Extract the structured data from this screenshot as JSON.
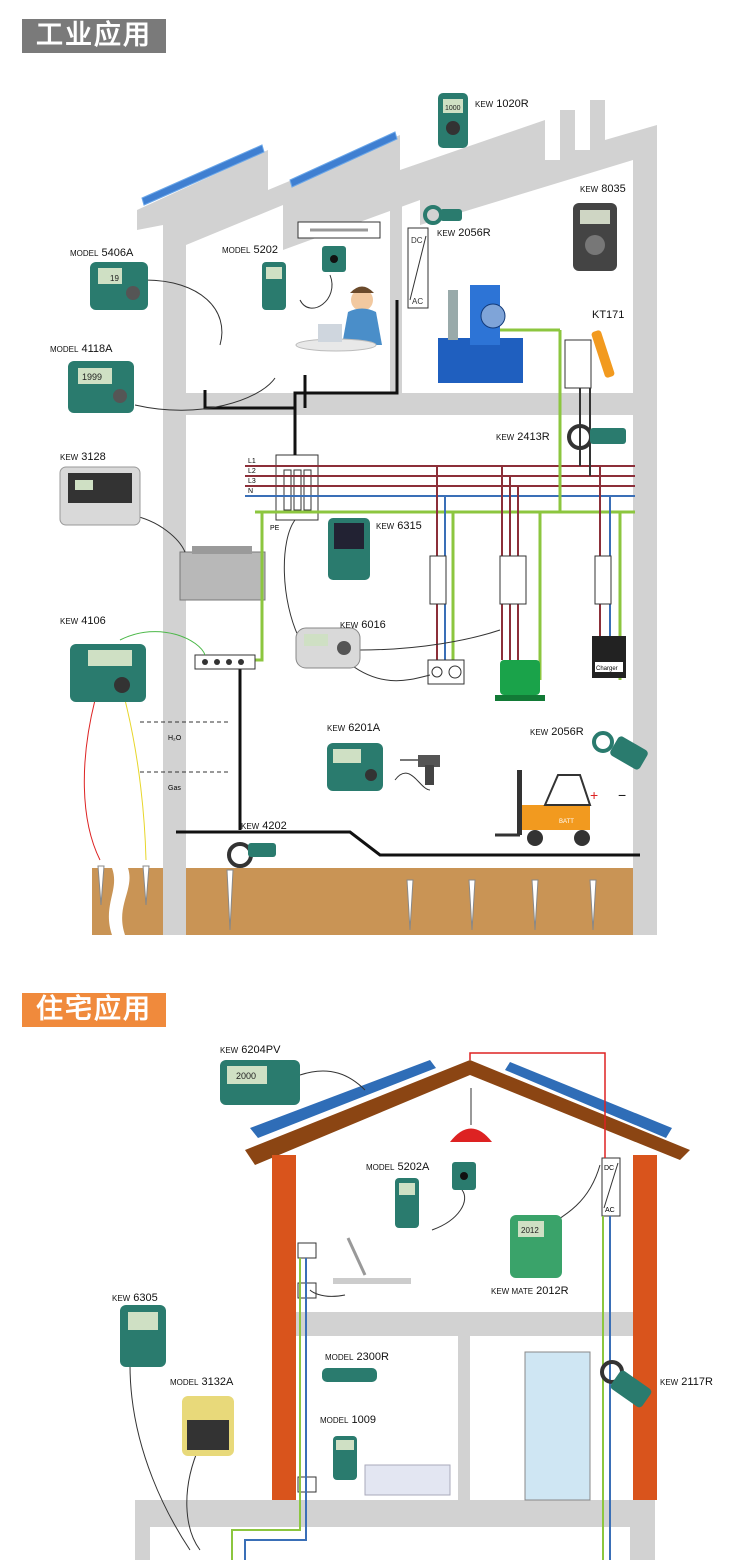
{
  "sections": {
    "industrial": {
      "title": "工业应用"
    },
    "residential": {
      "title": "住宅应用"
    }
  },
  "industrial": {
    "instruments": [
      {
        "prefix": "KEW",
        "model": "1020R"
      },
      {
        "prefix": "KEW",
        "model": "2056R"
      },
      {
        "prefix": "KEW",
        "model": "8035"
      },
      {
        "prefix": "MODEL",
        "model": "5406A"
      },
      {
        "prefix": "MODEL",
        "model": "5202"
      },
      {
        "prefix": "MODEL",
        "model": "4118A"
      },
      {
        "prefix": "",
        "model": "KT171"
      },
      {
        "prefix": "KEW",
        "model": "2413R"
      },
      {
        "prefix": "KEW",
        "model": "3128"
      },
      {
        "prefix": "KEW",
        "model": "6315"
      },
      {
        "prefix": "KEW",
        "model": "4106"
      },
      {
        "prefix": "KEW",
        "model": "6016"
      },
      {
        "prefix": "KEW",
        "model": "6201A"
      },
      {
        "prefix": "KEW",
        "model": "2056R"
      },
      {
        "prefix": "KEW",
        "model": "4202"
      }
    ],
    "labels": {
      "dc": "DC",
      "ac": "AC",
      "l1": "L1",
      "l2": "L2",
      "l3": "L3",
      "n": "N",
      "pe": "PE",
      "h2o": "H₂O",
      "gas": "Gas",
      "charger": "Charger",
      "batt": "BATT",
      "plus": "+",
      "minus": "−"
    },
    "displays": {
      "m1020": "1000",
      "m5406": "19",
      "m4118": "1999"
    }
  },
  "residential": {
    "instruments": [
      {
        "prefix": "KEW",
        "model": "6204PV"
      },
      {
        "prefix": "MODEL",
        "model": "5202A"
      },
      {
        "prefix": "KEW MATE",
        "model": "2012R"
      },
      {
        "prefix": "KEW",
        "model": "6305"
      },
      {
        "prefix": "MODEL",
        "model": "2300R"
      },
      {
        "prefix": "KEW",
        "model": "2117R"
      },
      {
        "prefix": "MODEL",
        "model": "3132A"
      },
      {
        "prefix": "MODEL",
        "model": "1009"
      }
    ],
    "labels": {
      "dc": "DC",
      "ac": "AC"
    },
    "displays": {
      "m6204": "2000",
      "m2012": "2012"
    }
  },
  "colors": {
    "industrial_header": "#7a7a7a",
    "residential_header": "#f08a3c",
    "wall": "#d2d2d2",
    "ground": "#c99455",
    "earth_wire": "#8cc63f",
    "l_wire": "#8c2f39",
    "n_wire": "#3a6fb7",
    "meter_teal": "#2a7b6e",
    "roof_brown": "#8b4513",
    "brick_orange": "#d9541c"
  }
}
